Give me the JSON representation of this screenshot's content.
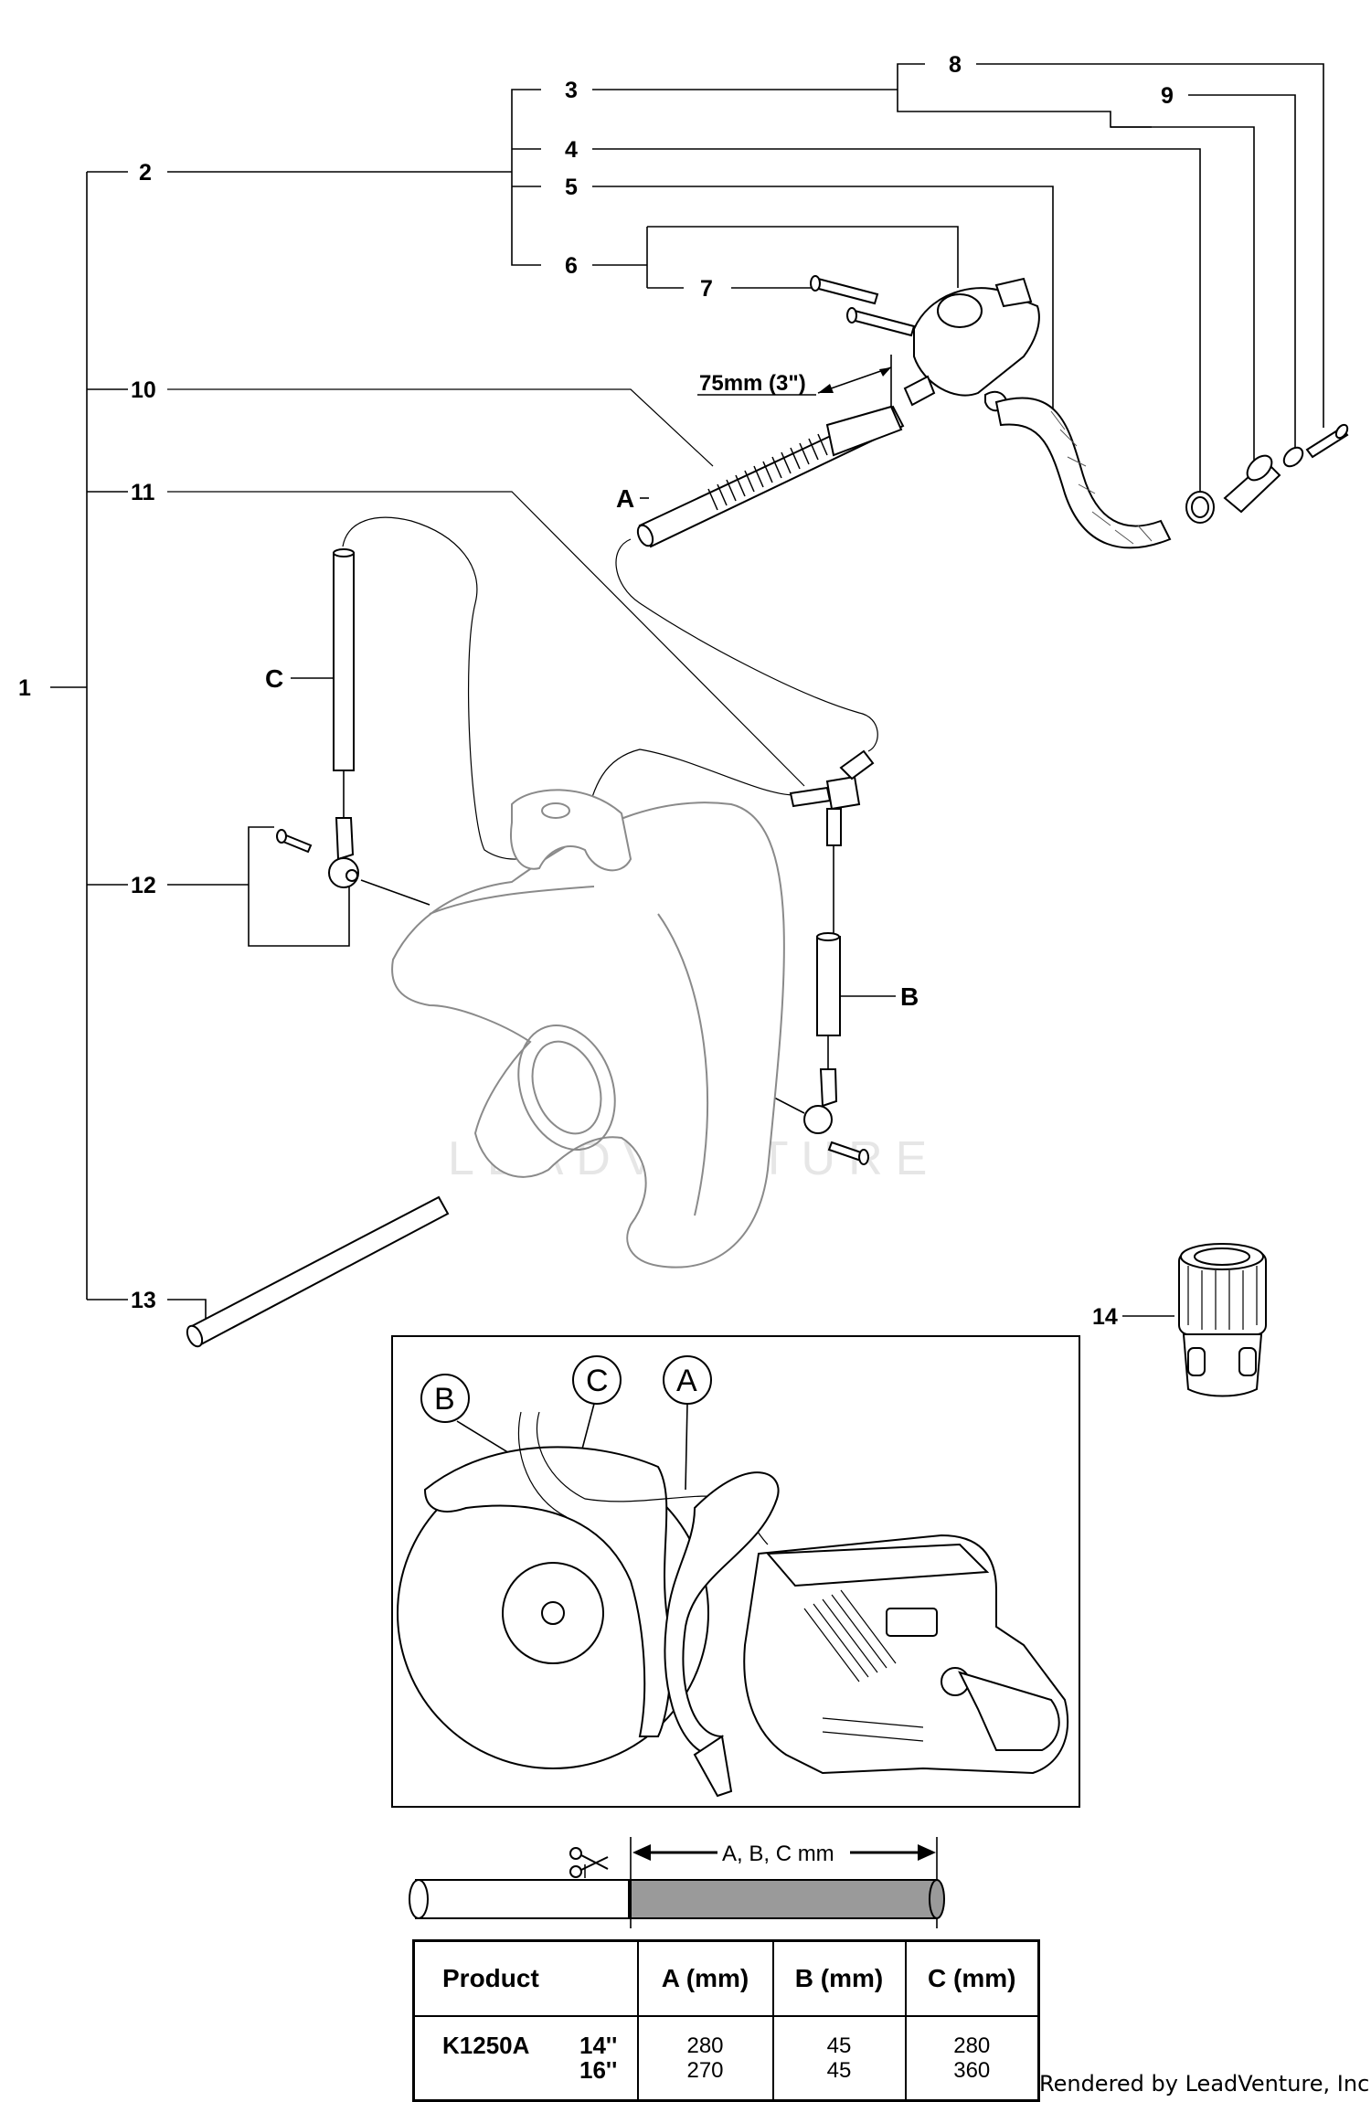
{
  "callouts": [
    "1",
    "2",
    "3",
    "4",
    "5",
    "6",
    "7",
    "8",
    "9",
    "10",
    "11",
    "12",
    "13",
    "14"
  ],
  "hose_labels": {
    "a": "A",
    "b": "B",
    "c": "C"
  },
  "dimension_label": "75mm (3\")",
  "watermark": "LEADVENTURE",
  "inset_labels": {
    "b": "B",
    "c": "C",
    "a": "A"
  },
  "cut_label": "A, B, C mm",
  "table": {
    "headers": {
      "product": "Product",
      "a": "A (mm)",
      "b": "B (mm)",
      "c": "C (mm)"
    },
    "rows": [
      {
        "product": "K1250A",
        "size1": "14''",
        "size2": "16''",
        "a1": "280",
        "a2": "270",
        "b1": "45",
        "b2": "45",
        "c1": "280",
        "c2": "360"
      }
    ]
  },
  "footer": "Rendered by LeadVenture, Inc."
}
